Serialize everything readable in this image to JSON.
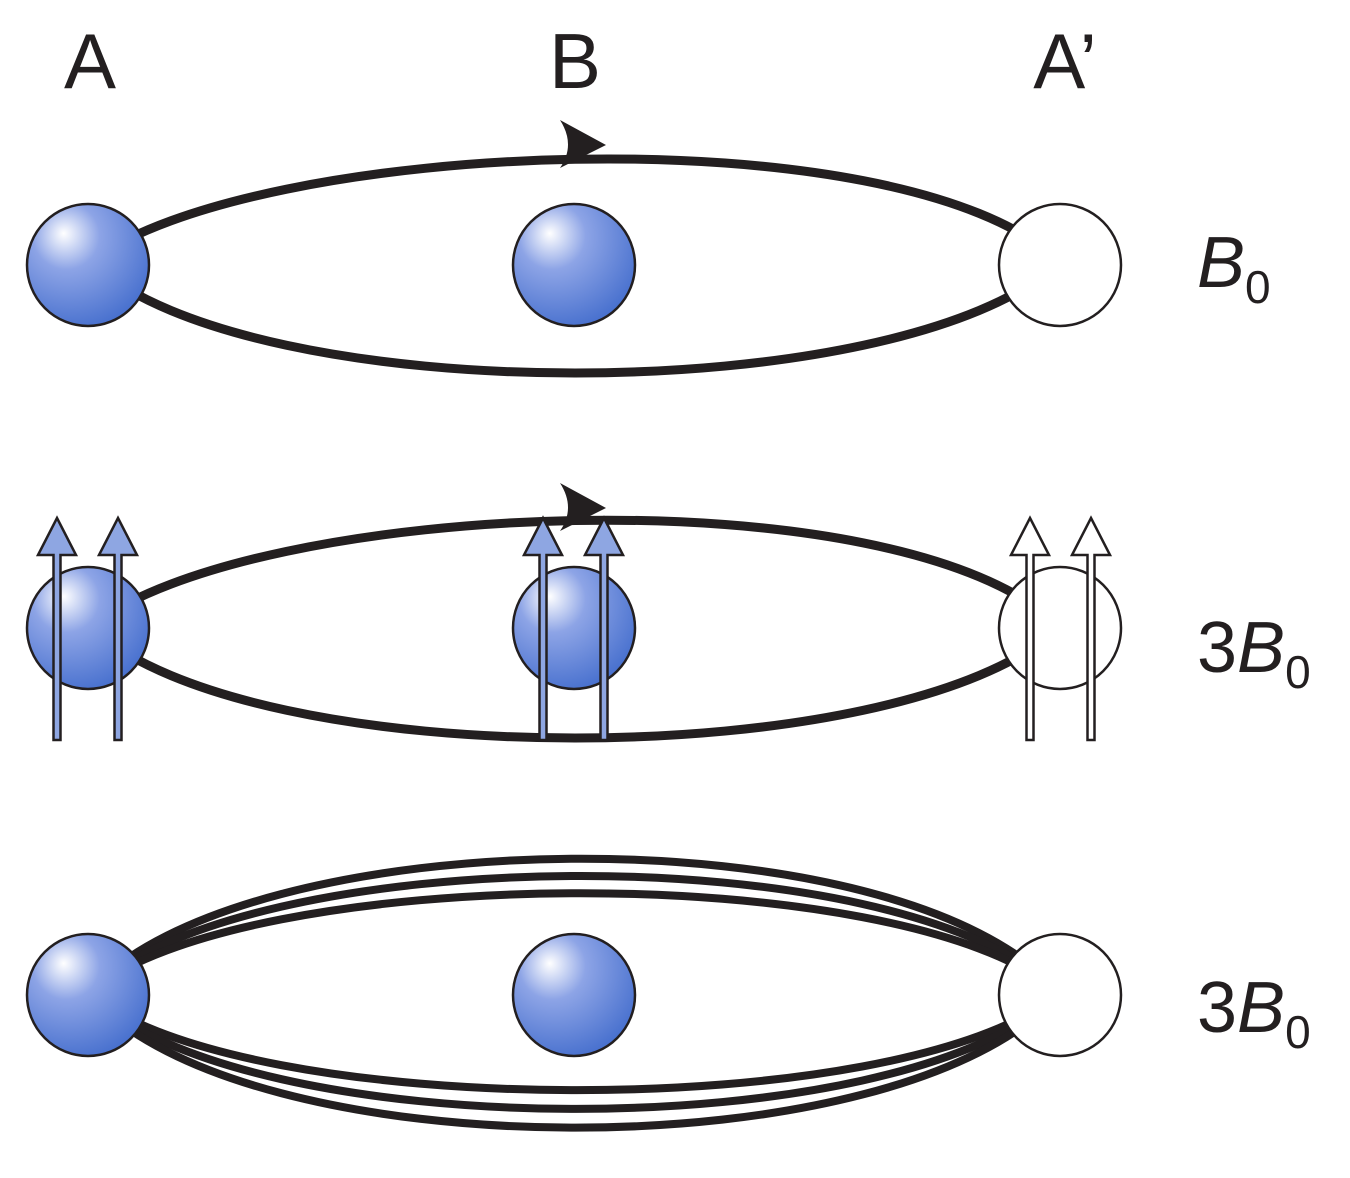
{
  "labels": {
    "site_a": "A",
    "site_b": "B",
    "site_a_prime": "A’"
  },
  "rows": [
    {
      "field_prefix": "",
      "field_symbol": "B",
      "field_subscript": "0"
    },
    {
      "field_prefix": "3",
      "field_symbol": "B",
      "field_subscript": "0"
    },
    {
      "field_prefix": "3",
      "field_symbol": "B",
      "field_subscript": "0"
    }
  ],
  "colors": {
    "sphere_light": "#ffffff",
    "sphere_mid": "#8da4e6",
    "sphere_dark": "#4a72cf",
    "arrow_fill": "#8ea6e2",
    "outline": "#231f20",
    "empty_site": "#ffffff"
  }
}
